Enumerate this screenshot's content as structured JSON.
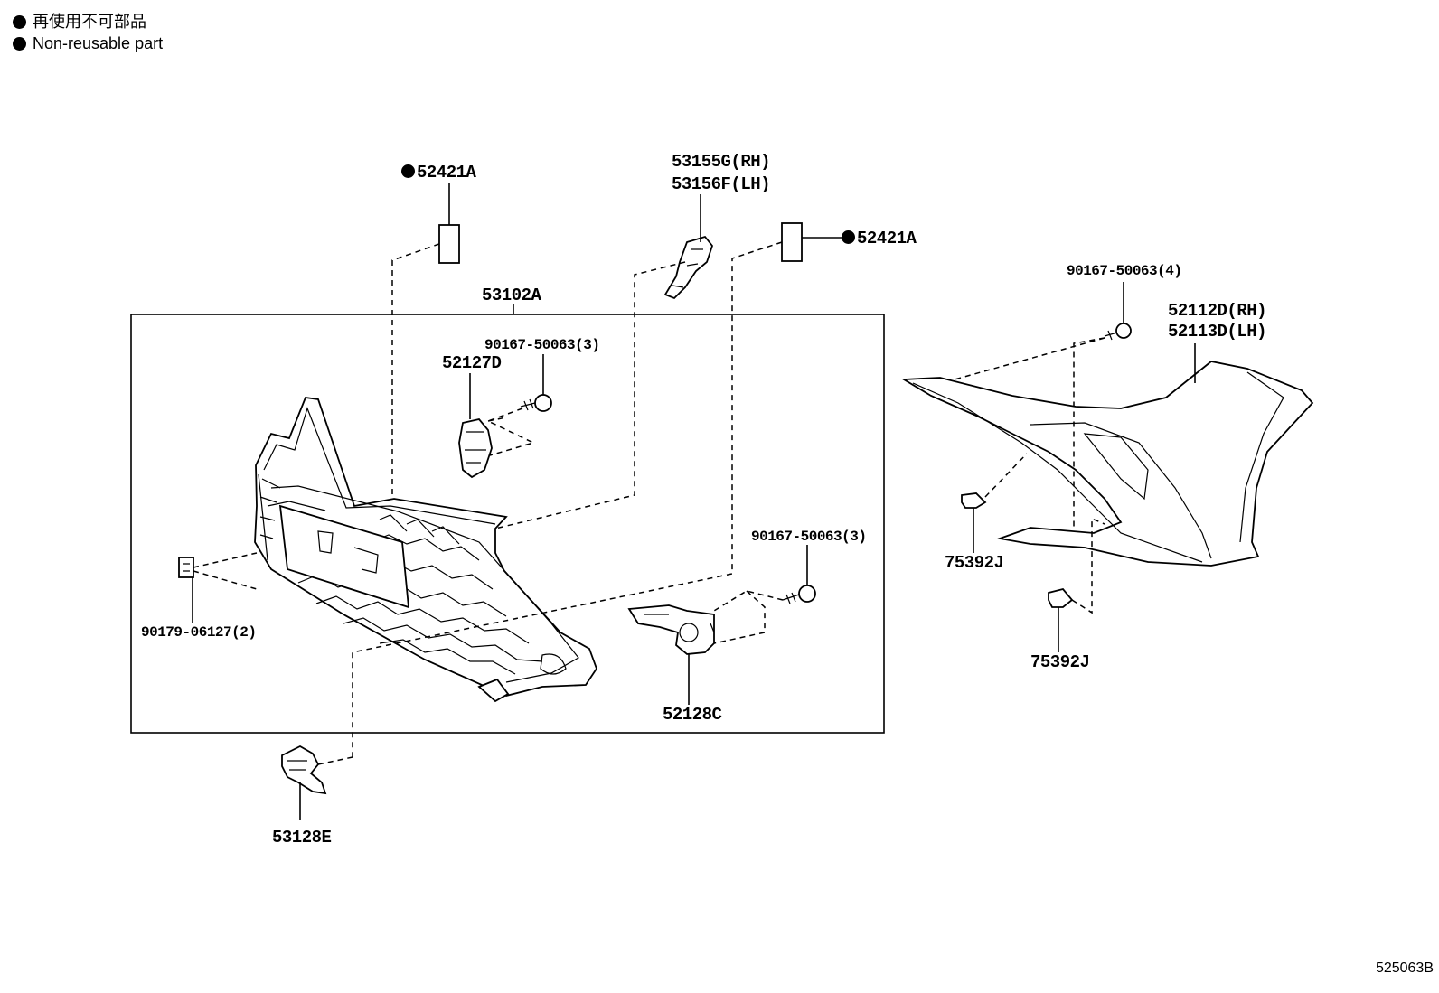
{
  "legend": {
    "jp": "再使用不可部品",
    "en": "Non-reusable part"
  },
  "labels": {
    "p52421a_left": "52421A",
    "p52421a_right": "52421A",
    "p53155g": "53155G(RH)",
    "p53156f": "53156F(LH)",
    "p53102a": "53102A",
    "p90167_3_top": "90167-50063(3)",
    "p52127d": "52127D",
    "p90167_4": "90167-50063(4)",
    "p52112d": "52112D(RH)",
    "p52113d": "52113D(LH)",
    "p90179": "90179-06127(2)",
    "p90167_3_bottom": "90167-50063(3)",
    "p52128c": "52128C",
    "p75392j_upper": "75392J",
    "p75392j_lower": "75392J",
    "p53128e": "53128E"
  },
  "figure_code": "525063B"
}
